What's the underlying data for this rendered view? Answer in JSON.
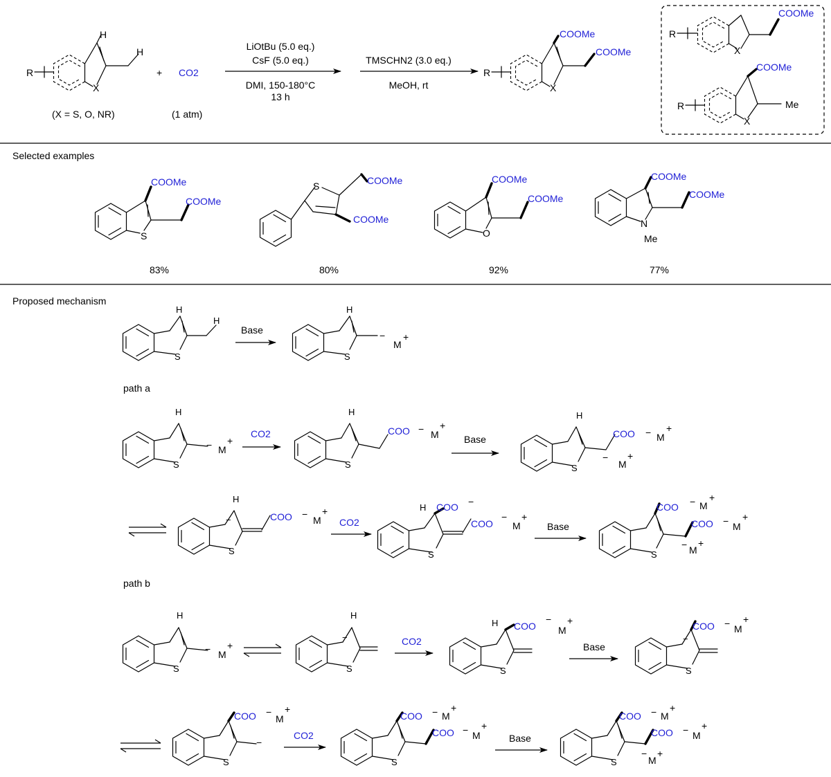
{
  "colors": {
    "ink": "#000000",
    "accent": "#1f1fd6",
    "background": "#ffffff"
  },
  "reaction": {
    "R": "R",
    "X": "X",
    "H": "H",
    "plus": "+",
    "co2": "CO2",
    "co2_note": "(1 atm)",
    "x_note": "(X = S, O, NR)",
    "step1": {
      "reagent1": "LiOtBu (5.0 eq.)",
      "reagent2": "CsF (5.0 eq.)",
      "cond1": "DMI, 150-180°C",
      "cond2": "13 h"
    },
    "step2": {
      "reagent": "TMSCHN2 (3.0 eq.)",
      "cond": "MeOH, rt"
    },
    "coome": "COOMe",
    "me": "Me"
  },
  "examples": {
    "heading": "Selected examples",
    "S": "S",
    "O": "O",
    "N": "N",
    "Me": "Me",
    "coome": "COOMe",
    "yields": [
      "83%",
      "80%",
      "92%",
      "77%"
    ]
  },
  "mechanism": {
    "heading": "Proposed mechanism",
    "path_a": "path a",
    "path_b": "path b",
    "base": "Base",
    "co2": "CO2",
    "coo": "COO",
    "minus": "−",
    "M": "M",
    "plus": "+",
    "H": "H",
    "S": "S"
  }
}
